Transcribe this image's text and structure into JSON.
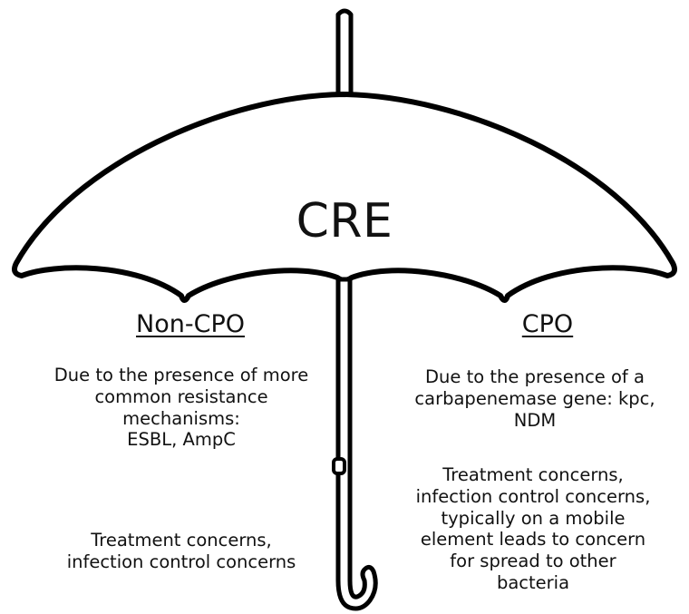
{
  "umbrella": {
    "title": "CRE",
    "stroke_color": "#000000",
    "fill_color": "#ffffff"
  },
  "left_branch": {
    "heading": "Non-CPO",
    "description": "Due to the presence of more\ncommon resistance\nmechanisms:\nESBL, AmpC",
    "concerns": "Treatment concerns,\ninfection control concerns"
  },
  "right_branch": {
    "heading": "CPO",
    "description": "Due to the presence of a\ncarbapenemase gene: kpc,\nNDM",
    "concerns": "Treatment concerns,\ninfection control concerns,\ntypically on a mobile\nelement leads to concern\nfor spread to other\nbacteria"
  }
}
